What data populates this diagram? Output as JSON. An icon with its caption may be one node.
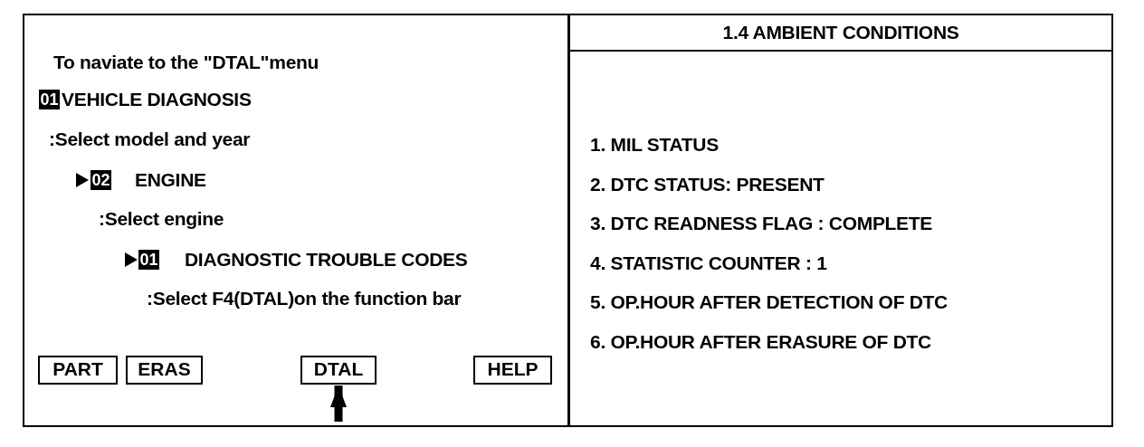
{
  "diagram": {
    "nodes": [
      {
        "text": [
          "To naviate to the \"DTAL\"menu",
          "VEHICLE DIAGNOSIS",
          ":Select model and year",
          "ENGINE",
          ":Select engine",
          "DIAGNOSTIC TROUBLE CODES",
          ":Select F4(DTAL)on the function bar"
        ]
      },
      {
        "text": [
          "01"
        ],
        "in": 0
      },
      {
        "text": [
          "02"
        ],
        "in": 0
      },
      {
        "text": [
          "01"
        ],
        "in": 0
      },
      {
        "text": [
          "PART"
        ],
        "in": 0
      },
      {
        "text": [
          "ERAS"
        ],
        "in": 0
      },
      {
        "text": [
          "DTAL"
        ],
        "in": 0
      },
      {
        "text": [
          "HELP"
        ],
        "in": 0
      },
      {
        "text": [
          "1.4 AMBIENT CONDITIONS",
          "1. MIL STATUS",
          "2. DTC STATUS: PRESENT",
          "3. DTC READNESS FLAG : COMPLETE",
          "4. STATISTIC COUNTER : 1",
          "5. OP.HOUR AFTER DETECTION OF DTC",
          "6. OP.HOUR AFTER ERASURE OF DTC"
        ]
      }
    ],
    "edges": [
      {
        "from": null,
        "to": 6,
        "arrow": "to"
      }
    ]
  }
}
